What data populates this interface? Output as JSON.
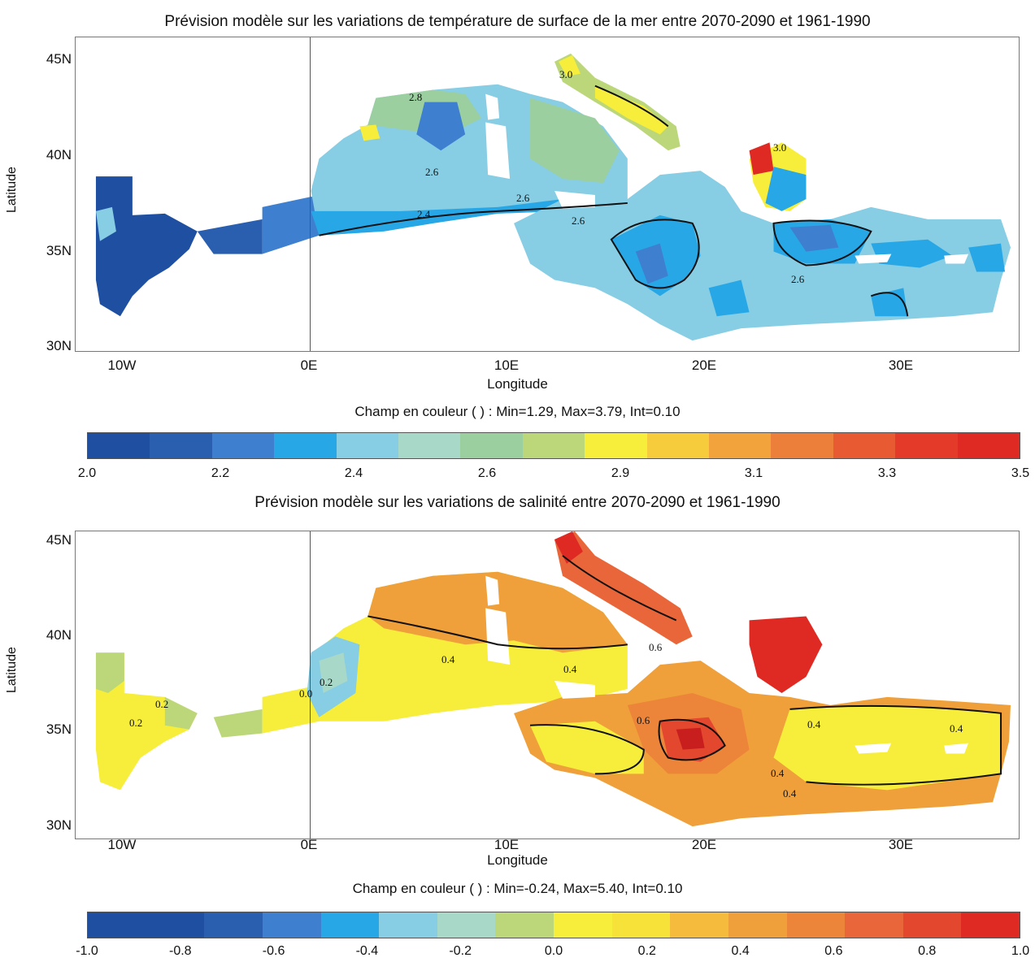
{
  "top": {
    "title": "Prévision modèle sur les variations de température de surface de la mer entre 2070-2090 et 1961-1990",
    "ylabel": "Latitude",
    "xlabel": "Longitude",
    "lat_labels": [
      "45N",
      "40N",
      "35N",
      "30N"
    ],
    "lon_labels": [
      "10W",
      "0E",
      "10E",
      "20E",
      "30E"
    ],
    "contour_labels": [
      "2.8",
      "2.6",
      "2.6",
      "2.4",
      "2.6",
      "2.6",
      "3.0",
      "3.0"
    ],
    "field_info": "Champ en couleur ( ) : Min=1.29, Max=3.79, Int=0.10",
    "colorbar_labels": [
      "2.0",
      "2.2",
      "2.4",
      "2.6",
      "2.9",
      "3.1",
      "3.3",
      "3.5"
    ],
    "colorbar_colors": [
      "#1f4fa0",
      "#2a5fb0",
      "#3f7fcf",
      "#28a7e6",
      "#87cde4",
      "#a8d8c8",
      "#9ccfa0",
      "#bcd77a",
      "#f6ee3a",
      "#f7cc3c",
      "#f2a33b",
      "#ec7f3a",
      "#e85a32",
      "#e33a2a",
      "#df2a24"
    ]
  },
  "bottom": {
    "title": "Prévision modèle sur les variations de salinité entre 2070-2090 et 1961-1990",
    "ylabel": "Latitude",
    "xlabel": "Longitude",
    "lat_labels": [
      "45N",
      "40N",
      "35N",
      "30N"
    ],
    "lon_labels": [
      "10W",
      "0E",
      "10E",
      "20E",
      "30E"
    ],
    "contour_labels": [
      "0.4",
      "0.4",
      "0.6",
      "0.6",
      "0.4",
      "0.4",
      "0.4",
      "0.4",
      "0.2",
      "0.2",
      "0.0",
      "0.2"
    ],
    "field_info": "Champ en couleur ( ) : Min=-0.24, Max=5.40, Int=0.10",
    "colorbar_labels": [
      "-1.0",
      "-0.8",
      "-0.6",
      "-0.4",
      "-0.2",
      "0.0",
      "0.2",
      "0.4",
      "0.6",
      "0.8",
      "1.0"
    ],
    "colorbar_colors": [
      "#1f4fa0",
      "#1f4fa0",
      "#2a5fb0",
      "#3f7fcf",
      "#28a7e6",
      "#87cde4",
      "#a8d8c8",
      "#bcd77a",
      "#f6ee3a",
      "#f7e23a",
      "#f4bb3c",
      "#f0a03a",
      "#ec843a",
      "#e8663a",
      "#e3482e",
      "#df2a24"
    ]
  },
  "palette": {
    "land": "#ffffff",
    "frame": "#777777"
  }
}
